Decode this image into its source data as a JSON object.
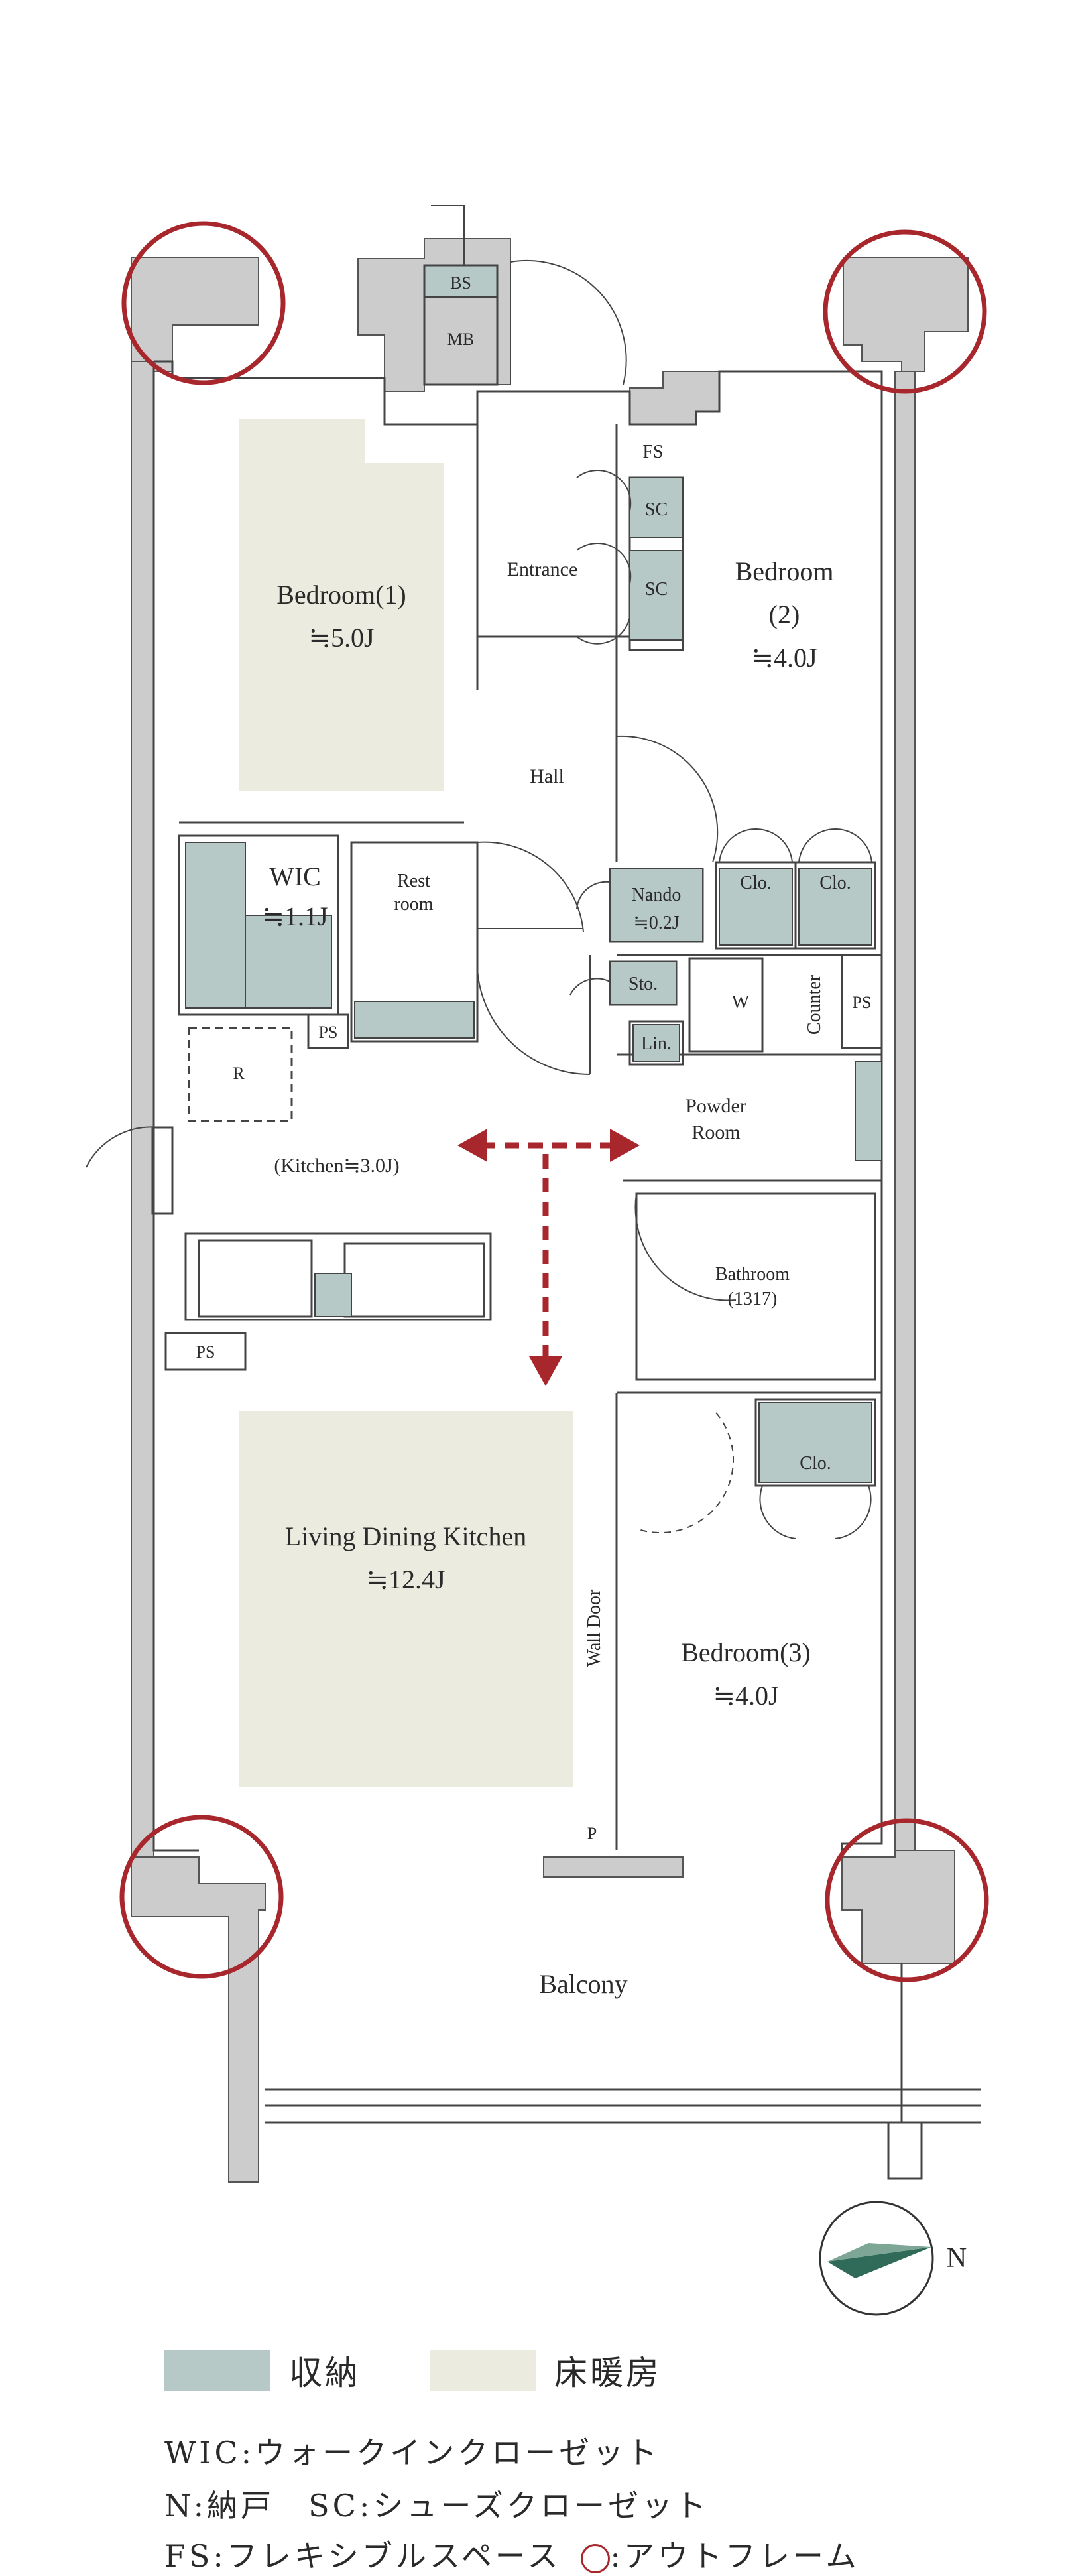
{
  "rooms": {
    "bedroom1_name": "Bedroom(1)",
    "bedroom1_area": "≒5.0J",
    "bedroom2_name": "Bedroom",
    "bedroom2_num": "(2)",
    "bedroom2_area": "≒4.0J",
    "bedroom3_name": "Bedroom(3)",
    "bedroom3_area": "≒4.0J",
    "ldk_name": "Living Dining Kitchen",
    "ldk_area": "≒12.4J",
    "kitchen": "(Kitchen≒3.0J)",
    "entrance": "Entrance",
    "hall": "Hall",
    "fs": "FS",
    "sc1": "SC",
    "sc2": "SC",
    "bs": "BS",
    "mb": "MB",
    "wic_name": "WIC",
    "wic_area": "≒1.1J",
    "rest_line1": "Rest",
    "rest_line2": "room",
    "ps1": "PS",
    "ps2": "PS",
    "ps3": "PS",
    "r": "R",
    "nando_name": "Nando",
    "nando_area": "≒0.2J",
    "clo1": "Clo.",
    "clo2": "Clo.",
    "clo3": "Clo.",
    "sto": "Sto.",
    "lin": "Lin.",
    "w": "W",
    "counter": "Counter",
    "powder_line1": "Powder",
    "powder_line2": "Room",
    "bath_name": "Bathroom",
    "bath_size": "(1317)",
    "wall_door": "Wall Door",
    "p": "P",
    "balcony": "Balcony",
    "north": "N"
  },
  "legend": {
    "storage_label": "収納",
    "floor_heating_label": "床暖房",
    "line1": "WIC:ウォークインクローゼット",
    "line2": "N:納戸　SC:シューズクローゼット",
    "line3_prefix": "FS:フレキシブルスペース",
    "line3_suffix": ":アウトフレーム"
  },
  "colors": {
    "storage": "#b7c9c7",
    "floor_heating": "#ecebdf",
    "wall": "#cccccc",
    "outframe_ring": "#a8272d",
    "arrow": "#a8272d",
    "compass": "#2f6b58"
  }
}
